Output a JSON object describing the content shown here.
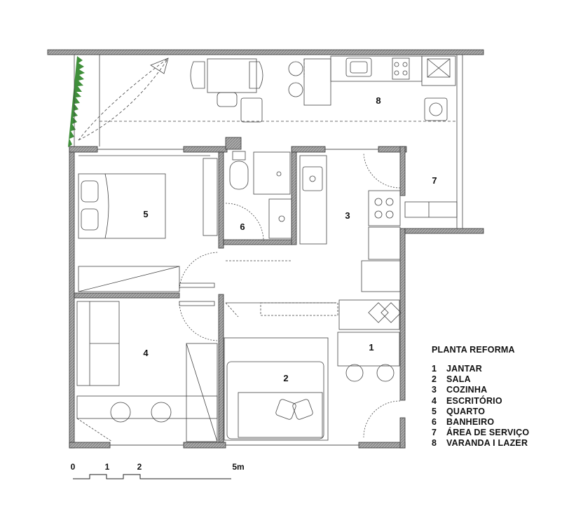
{
  "rooms": [
    {
      "number": "1"
    },
    {
      "number": "2"
    },
    {
      "number": "3"
    },
    {
      "number": "4"
    },
    {
      "number": "5"
    },
    {
      "number": "6"
    },
    {
      "number": "7"
    },
    {
      "number": "8"
    }
  ],
  "legend": {
    "title": "PLANTA REFORMA",
    "items": [
      {
        "num": "1",
        "name": "JANTAR"
      },
      {
        "num": "2",
        "name": "SALA"
      },
      {
        "num": "3",
        "name": "COZINHA"
      },
      {
        "num": "4",
        "name": "ESCRITÓRIO"
      },
      {
        "num": "5",
        "name": "QUARTO"
      },
      {
        "num": "6",
        "name": "BANHEIRO"
      },
      {
        "num": "7",
        "name": "ÁREA DE SERVIÇO"
      },
      {
        "num": "8",
        "name": "VARANDA I LAZER"
      }
    ]
  },
  "scale_bar": {
    "ticks": [
      "0",
      "1",
      "2",
      "5m"
    ]
  },
  "colors": {
    "wall_fill": "#9a9a9a",
    "wall_stroke": "#333333",
    "plant": "#3f8f3a",
    "line": "#444444"
  }
}
